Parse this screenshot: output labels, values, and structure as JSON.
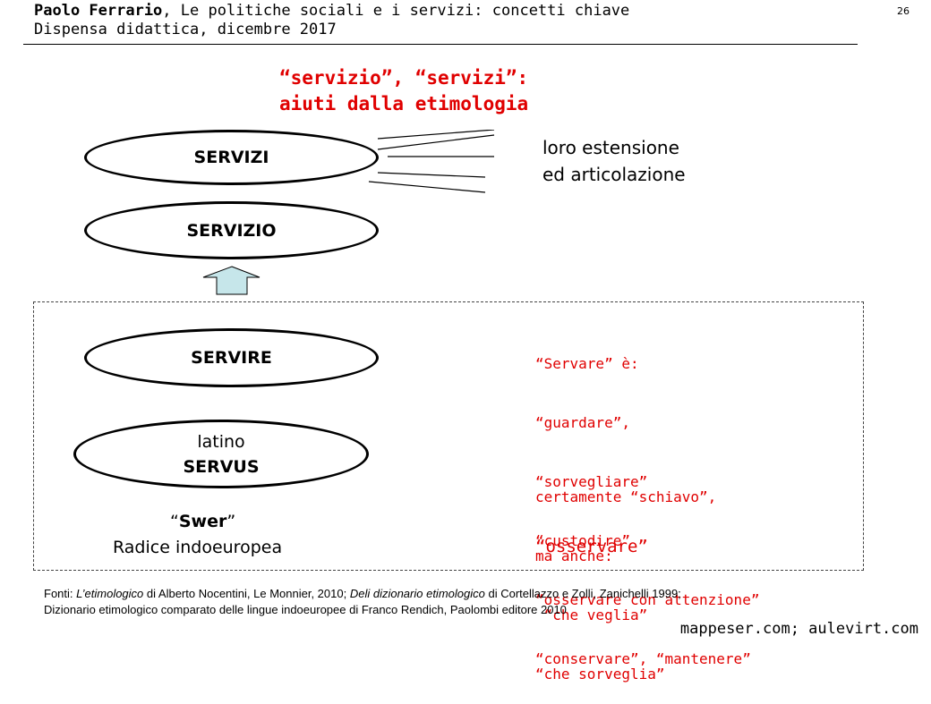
{
  "header": {
    "author": "Paolo Ferrario",
    "title_rest": ", Le politiche sociali e i servizi: concetti chiave",
    "line2": "Dispensa didattica, dicembre 2017",
    "page_number": "26"
  },
  "title": {
    "line1": "“servizio”, “servizi”:",
    "line2": "aiuti dalla etimologia"
  },
  "ellipses": {
    "servizi": "SERVIZI",
    "servizio": "SERVIZIO",
    "servire": "SERVIRE",
    "servus_line1": "latino",
    "servus_line2": "SERVUS"
  },
  "estensione": {
    "line1": "loro estensione",
    "line2": "ed articolazione"
  },
  "root": {
    "swer_open": "“",
    "swer": "Swer",
    "swer_close": "”",
    "radice": "Radice indoeuropea"
  },
  "servare": {
    "lines": [
      "“Servare” è:",
      "“guardare”,",
      "“sorvegliare”",
      "“custodire”",
      "“osservare con attenzione”",
      "“conservare”, “mantenere”"
    ]
  },
  "schiavo": {
    "lines": [
      "certamente “schiavo”,",
      "ma anche:",
      " “che veglia”",
      "“che sorveglia”"
    ]
  },
  "osservare": "“osservare”",
  "fonti": {
    "prefix": "Fonti: ",
    "work1": "L’etimologico",
    "mid1": " di Alberto Nocentini, Le Monnier, 2010; ",
    "work2": "Deli dizionario etimologico",
    "mid2": " di Cortellazzo e Zolli, Zanichelli 1999;",
    "line2": "Dizionario etimologico comparato delle lingue indoeuropee di Franco Rendich, Paolombi editore 2010"
  },
  "footer": "mappeser.com; aulevirt.com",
  "colors": {
    "red": "#e00000",
    "arrow_fill": "#c6e6ea"
  }
}
